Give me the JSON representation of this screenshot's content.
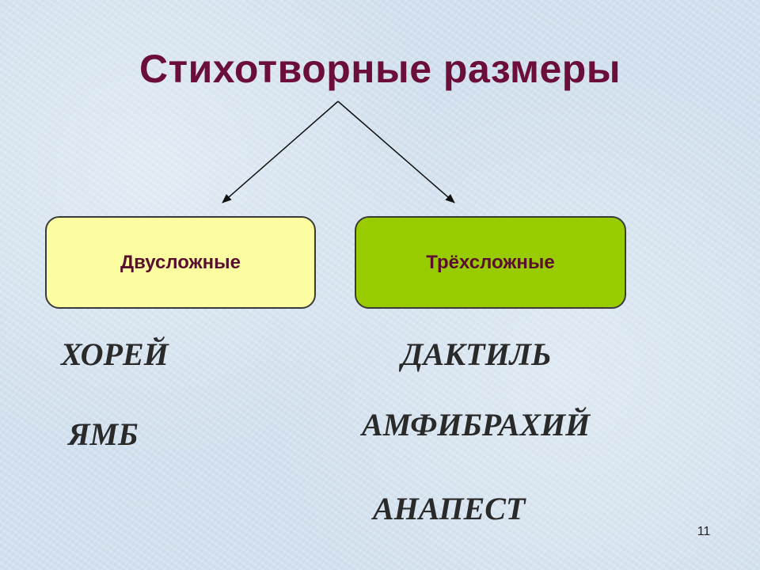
{
  "title": "Стихотворные размеры",
  "categories": [
    {
      "label": "Двусложные",
      "color": "#fcfca0",
      "items": [
        "ХОРЕЙ",
        "ЯМБ"
      ]
    },
    {
      "label": "Трёхсложные",
      "color": "#99cc00",
      "items": [
        "ДАКТИЛЬ",
        "АМФИБРАХИЙ",
        "АНАПЕСТ"
      ]
    }
  ],
  "colors": {
    "title": "#6b0f3a",
    "label": "#5a0f2f"
  },
  "page_number": "11"
}
